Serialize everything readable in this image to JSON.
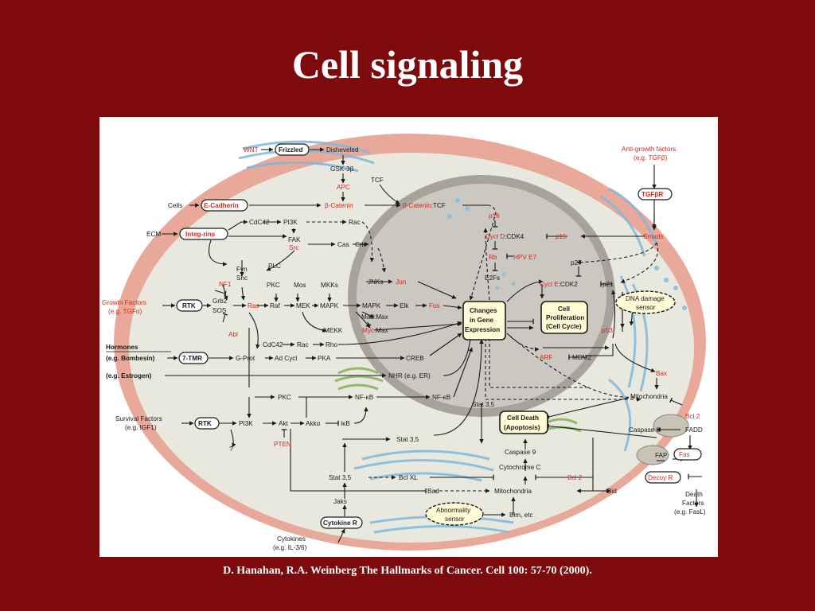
{
  "slide": {
    "title": "Cell signaling",
    "citation": "D. Hanahan, R.A. Weinberg  The Hallmarks of Cancer.  Cell  100:  57-70 (2000)."
  },
  "diagram": {
    "nodes": {
      "wnt": "WNT",
      "frizzled": "Frizzled",
      "disheveled": "Disheveled",
      "gsk3b": "GSK-3β",
      "apc": "APC",
      "tcf_top": "TCF",
      "cells": "Cells",
      "ecadherin": "E-Cadherin",
      "bcatenin": "β-Catenin",
      "bcatenin_tcf_a": "β-Catenin",
      "bcatenin_tcf_b": ":TCF",
      "ecm": "ECM",
      "integrins": "Integ-rins",
      "cdc42_top": "CdC42",
      "pi3k_top": "PI3K",
      "rac_top": "Rac",
      "fak": "FAK",
      "src": "Src",
      "cas": "Cas",
      "crk": "Crk",
      "fyn": "Fyn",
      "shc": "Shc",
      "nf1": "NF1",
      "plc": "PLC",
      "pkc_mid": "PKC",
      "mos": "Mos",
      "mkks": "MKKs",
      "jnks": "JNKs",
      "jun": "Jun",
      "growth_factors": "Growth Factors",
      "growth_factors_eg": "(e.g. TGFα)",
      "rtk_a": "RTK",
      "grb2": "Grb2",
      "sos": "SOS",
      "ras": "Ras",
      "raf": "Raf",
      "mek": "MEK",
      "mapk_a": "MAPK",
      "mapk_b": "MAPK",
      "elk": "Elk",
      "fos": "Fos",
      "madmax": "Mad:Max",
      "myc": "Myc",
      "max": ":Max",
      "mekk": "MEKK",
      "abl": "Abl",
      "cdc42_mid": "CdC42",
      "rac_mid": "Rac",
      "rho": "Rho",
      "hormones": "Hormones",
      "bombesin": "(e.g. Bombesin)",
      "tmr": "7-TMR",
      "gprot": "G-Prot",
      "adcycl": "Ad Cycl",
      "pka": "PKA",
      "creb": "CREB",
      "estrogen": "(e.g. Estrogen)",
      "nhr": "NHR (e.g. ER)",
      "pkc_low": "PKC",
      "nfkb_a": "NF-κB",
      "nfkb_b": "NF-κB",
      "survival": "Survival Factors",
      "survival_eg": "(e.g. IGF1)",
      "rtk_b": "RTK",
      "pi3k_low": "PI3K",
      "akt": "Akt",
      "akka": "Akkα",
      "ikb": "IκB",
      "pten": "PTEN",
      "qmark": "?",
      "stat35_a": "Stat 3,5",
      "stat35_b": "Stat 3,5",
      "stat35_c": "Stat 3,5",
      "bclxl": "Bcl XL",
      "bad": "Bad",
      "jaks": "Jaks",
      "cytokiner": "Cytokine R",
      "cytokines": "Cytokines",
      "cytokines_eg": "(e.g. IL-3/6)",
      "gene1": "Changes",
      "gene2": "in Gene",
      "gene3": "Expression",
      "prolif1": "Cell",
      "prolif2": "Proliferation",
      "prolif3": "(Cell Cycle)",
      "death1": "Cell Death",
      "death2": "(Apoptosis)",
      "p16": "p16",
      "cycld": "Cycl D",
      "cdk4": ":CDK4",
      "p15": "p15",
      "rb": "Rb",
      "hpv": "HPV E7",
      "e2fs": "E2Fs",
      "p27": "p27",
      "cycle": "Cycl E",
      "cdk2": ":CDK2",
      "p21": "p21",
      "dna1": "DNA damage",
      "dna2": "sensor",
      "p53": "p53",
      "arf": "ARF",
      "mdm2": "MDM2",
      "bax": "Bax",
      "mito_right": "Mitochondria",
      "bcl2_right": "Bcl 2",
      "fadd": "FADD",
      "caspase8": "Caspase 8",
      "fap": "FAP",
      "fas": "Fas",
      "decoyr": "Decoy R",
      "death_f1": "Death",
      "death_f2": "Factors",
      "death_f3": "(e.g. FasL)",
      "caspase9": "Caspase 9",
      "cytc": "Cytochrome C",
      "bcl2_low": "Bcl 2",
      "mito_low": "Mitochondria",
      "bid": "Bid",
      "abn1": "Abnormality",
      "abn2": "sensor",
      "bim": "Bim, etc",
      "antigrowth": "Anti-growth factors",
      "antigrowth_eg": "(e.g. TGFβ)",
      "tgfbr": "TGFβR",
      "smads": "Smads"
    }
  }
}
